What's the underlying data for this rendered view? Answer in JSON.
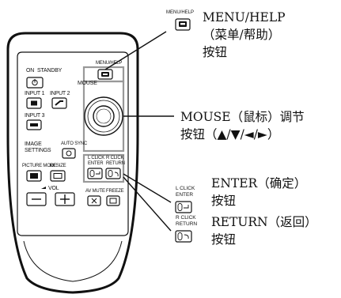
{
  "remote": {
    "on_label": "ON",
    "standby_label": "STANDBY",
    "menu_help_label": "MENU/HELP",
    "mouse_label": "MOUSE",
    "input1_label": "INPUT 1",
    "input2_label": "INPUT 2",
    "input3_label": "INPUT 3",
    "image_settings_label_1": "IMAGE",
    "image_settings_label_2": "SETTINGS",
    "auto_sync_label": "AUTO SYNC",
    "picture_mode_label": "PICTURE MODE",
    "resize_label": "RESIZE",
    "lclick_label_1": "L CLICK",
    "lclick_label_2": "ENTER",
    "rclick_label_1": "R CLICK",
    "rclick_label_2": "RETURN",
    "vol_label": "VOL",
    "av_mute_label": "AV MUTE",
    "freeze_label": "FREEZE"
  },
  "callouts": {
    "menu_help": {
      "small_label": "MENU/HELP",
      "title": "MENU/HELP",
      "line2": "（菜单/帮助）",
      "line3": "按钮"
    },
    "mouse": {
      "line1": "MOUSE（鼠标）调节",
      "line2": "按钮（▲/▼/◄/►）"
    },
    "enter": {
      "small_label_1": "L CLICK",
      "small_label_2": "ENTER",
      "line1": "ENTER（确定）",
      "line2": "按钮"
    },
    "return": {
      "small_label_1": "R CLICK",
      "small_label_2": "RETURN",
      "line1": "RETURN（返回）",
      "line2": "按钮"
    }
  }
}
